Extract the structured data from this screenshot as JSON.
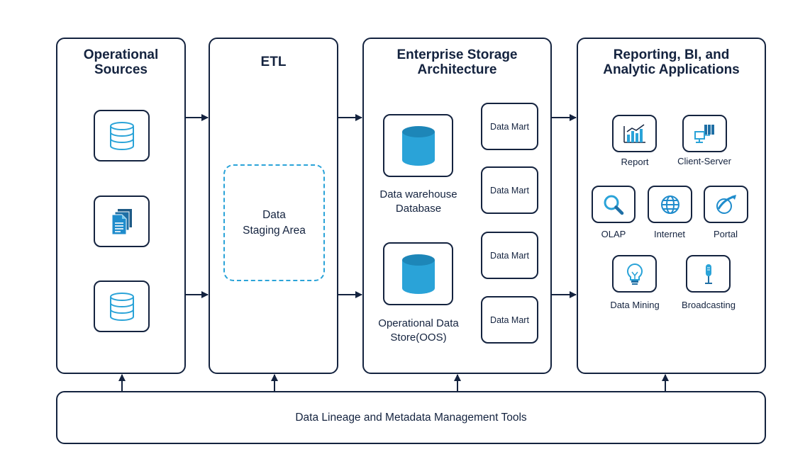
{
  "panels": {
    "operational_sources": {
      "title_line1": "Operational",
      "title_line2": "Sources"
    },
    "etl": {
      "title": "ETL",
      "staging_line1": "Data",
      "staging_line2": "Staging Area"
    },
    "enterprise_storage": {
      "title_line1": "Enterprise Storage",
      "title_line2": "Architecture",
      "warehouse_line1": "Data warehouse",
      "warehouse_line2": "Database",
      "ods_line1": "Operational Data",
      "ods_line2": "Store(OOS)",
      "data_marts": [
        "Data Mart",
        "Data Mart",
        "Data Mart",
        "Data Mart"
      ]
    },
    "reporting": {
      "title_line1": "Reporting, BI, and",
      "title_line2": "Analytic Applications",
      "apps": [
        {
          "label": "Report",
          "icon": "bar-chart-icon"
        },
        {
          "label": "Client-Server",
          "icon": "client-server-icon"
        },
        {
          "label": "OLAP",
          "icon": "magnifier-icon"
        },
        {
          "label": "Internet",
          "icon": "globe-icon"
        },
        {
          "label": "Portal",
          "icon": "portal-arrow-icon"
        },
        {
          "label": "Data Mining",
          "icon": "lightbulb-icon"
        },
        {
          "label": "Broadcasting",
          "icon": "microphone-icon"
        }
      ]
    }
  },
  "bottom_bar": {
    "label": "Data Lineage and Metadata Management Tools"
  },
  "colors": {
    "outline": "#14233f",
    "accent": "#2aa3d8"
  }
}
